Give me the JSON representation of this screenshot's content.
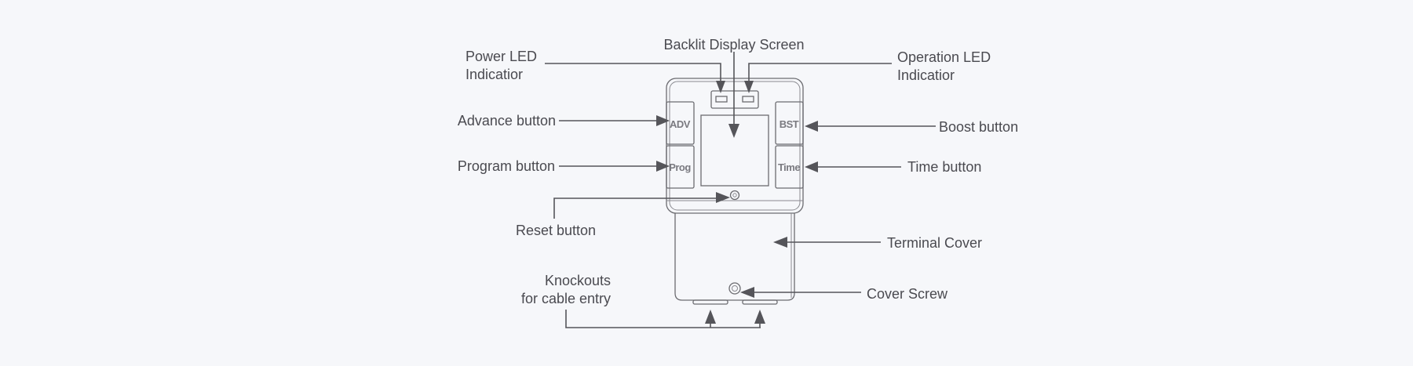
{
  "labels": {
    "backlit_display": "Backlit Display Screen",
    "power_led_line1": "Power LED",
    "power_led_line2": "Indicatior",
    "operation_led_line1": "Operation LED",
    "operation_led_line2": "Indicatior",
    "advance_button": "Advance button",
    "program_button": "Program button",
    "boost_button": "Boost button",
    "time_button": "Time button",
    "reset_button": "Reset button",
    "terminal_cover": "Terminal Cover",
    "cover_screw": "Cover Screw",
    "knockouts_line1": "Knockouts",
    "knockouts_line2": "for cable entry"
  },
  "device_buttons": {
    "adv": "ADV",
    "prog": "Prog",
    "bst": "BST",
    "time": "Time"
  },
  "colors": {
    "background": "#f6f7fa",
    "line": "#55555a",
    "device_outline": "#6b6b70",
    "text": "#4a4a50"
  }
}
